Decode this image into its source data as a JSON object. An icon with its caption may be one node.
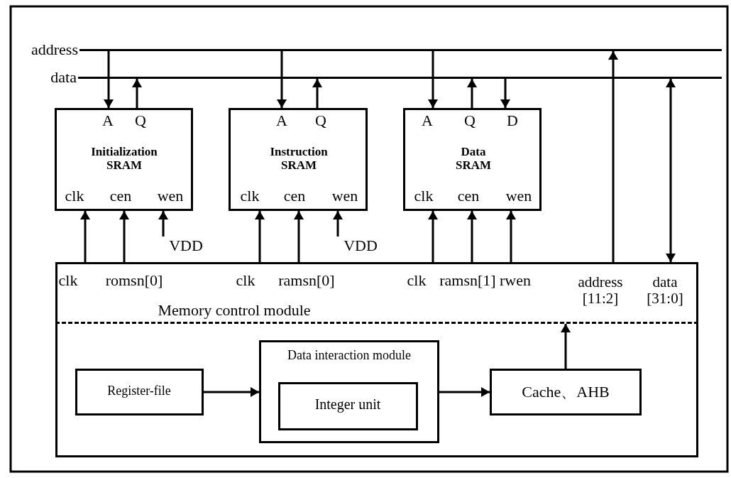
{
  "diagram": {
    "nodes": [
      {
        "text": [],
        "shape": "bar",
        "beside": [
          "address"
        ]
      },
      {
        "text": [],
        "shape": "bar",
        "beside": [
          "data"
        ]
      },
      {
        "text": [
          "A",
          "Q",
          "Initialization SRAM",
          "clk",
          "cen",
          "wen"
        ]
      },
      {
        "text": [
          "A",
          "Q",
          "Instruction SRAM",
          "clk",
          "cen",
          "wen"
        ]
      },
      {
        "text": [
          "A",
          "Q",
          "D",
          "Data SRAM",
          "clk",
          "cen",
          "wen"
        ]
      },
      {
        "text": [
          "VDD"
        ]
      },
      {
        "text": [
          "VDD"
        ]
      },
      {
        "text": [],
        "shape": "box"
      },
      {
        "text": [
          "clk",
          "romsn[0]",
          "clk",
          "ramsn[0]",
          "clk",
          "ramsn[1]",
          "rwen",
          "address [11:2]",
          "data [31:0]",
          "Memory control module"
        ],
        "in": 7
      },
      {
        "text": [
          "Register-file"
        ],
        "in": 7
      },
      {
        "text": [
          "Data interaction module"
        ],
        "in": 7
      },
      {
        "text": [
          "Integer unit"
        ],
        "in": 10
      },
      {
        "text": [
          "Cache、AHB"
        ],
        "in": 7
      }
    ],
    "edges": [
      {
        "from": 0,
        "to": 2,
        "arrow": "to"
      },
      {
        "from": 2,
        "to": 1,
        "arrow": "to"
      },
      {
        "from": 0,
        "to": 3,
        "arrow": "to"
      },
      {
        "from": 3,
        "to": 1,
        "arrow": "to"
      },
      {
        "from": 0,
        "to": 4,
        "arrow": "to"
      },
      {
        "from": 4,
        "to": 1,
        "arrow": "to"
      },
      {
        "from": 1,
        "to": 4,
        "arrow": "to"
      },
      {
        "from": 8,
        "to": 2,
        "arrow": "to"
      },
      {
        "from": 8,
        "to": 2,
        "arrow": "to"
      },
      {
        "from": 5,
        "to": 2,
        "arrow": "to"
      },
      {
        "from": 8,
        "to": 3,
        "arrow": "to"
      },
      {
        "from": 8,
        "to": 3,
        "arrow": "to"
      },
      {
        "from": 6,
        "to": 3,
        "arrow": "to"
      },
      {
        "from": 8,
        "to": 4,
        "arrow": "to"
      },
      {
        "from": 8,
        "to": 4,
        "arrow": "to"
      },
      {
        "from": 8,
        "to": 4,
        "arrow": "to"
      },
      {
        "from": 8,
        "to": 0,
        "arrow": "to"
      },
      {
        "from": 8,
        "to": 1,
        "arrow": "both"
      },
      {
        "from": 9,
        "to": 10,
        "arrow": "to"
      },
      {
        "from": 10,
        "to": 12,
        "arrow": "to"
      },
      {
        "from": 12,
        "to": 8,
        "arrow": "to"
      }
    ]
  }
}
